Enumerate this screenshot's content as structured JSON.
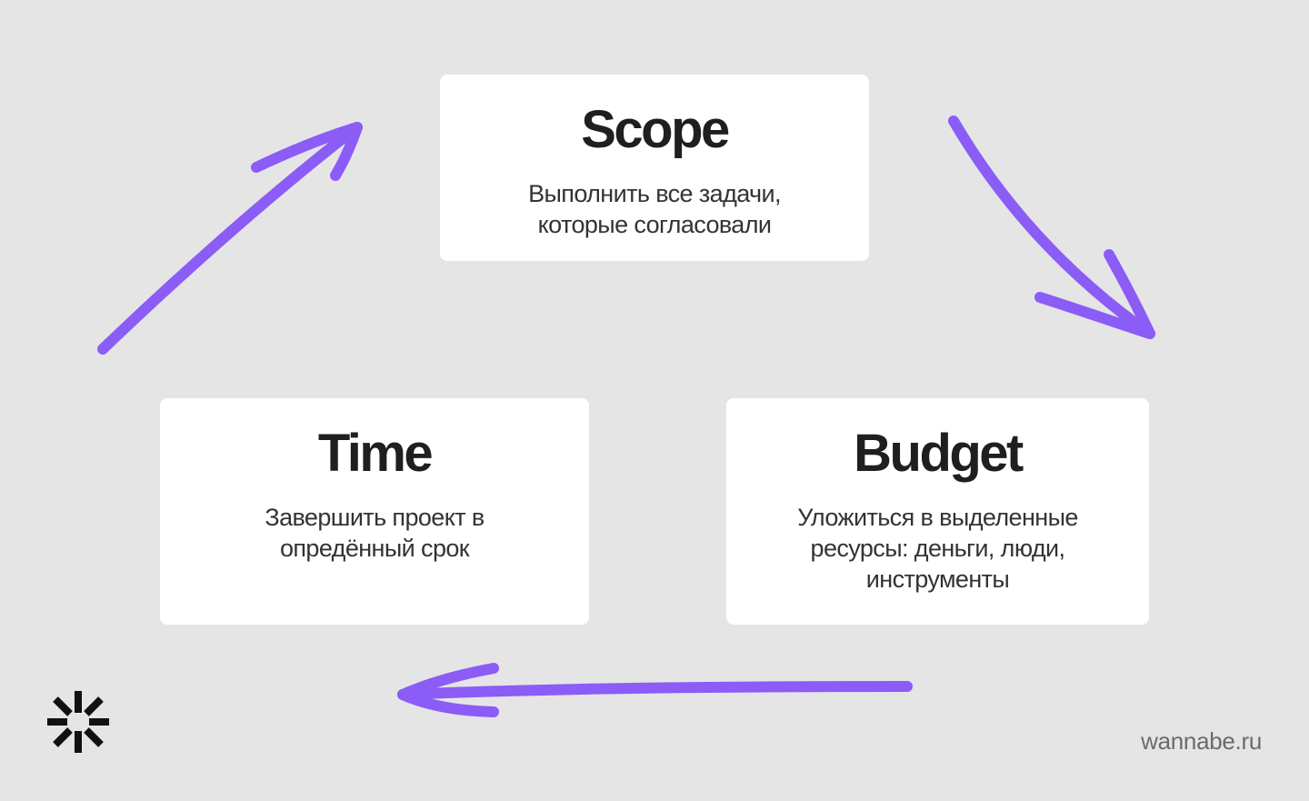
{
  "colors": {
    "background": "#e5e5e6",
    "card": "#ffffff",
    "arrow": "#8b5cf6",
    "text_primary": "#1f1f1f",
    "text_secondary": "#333333",
    "watermark": "#6b6b6b"
  },
  "cards": {
    "scope": {
      "title": "Scope",
      "description": "Выполнить все задачи, которые согласовали"
    },
    "time": {
      "title": "Time",
      "description": "Завершить проект в опредённый срок"
    },
    "budget": {
      "title": "Budget",
      "description": "Уложиться в выделенные ресурсы: деньги, люди, инструменты"
    }
  },
  "arrows": [
    {
      "from": "time",
      "to": "scope"
    },
    {
      "from": "scope",
      "to": "budget"
    },
    {
      "from": "budget",
      "to": "time"
    }
  ],
  "branding": {
    "logo_icon": "asterisk-logo-icon",
    "site": "wannabe.ru"
  }
}
